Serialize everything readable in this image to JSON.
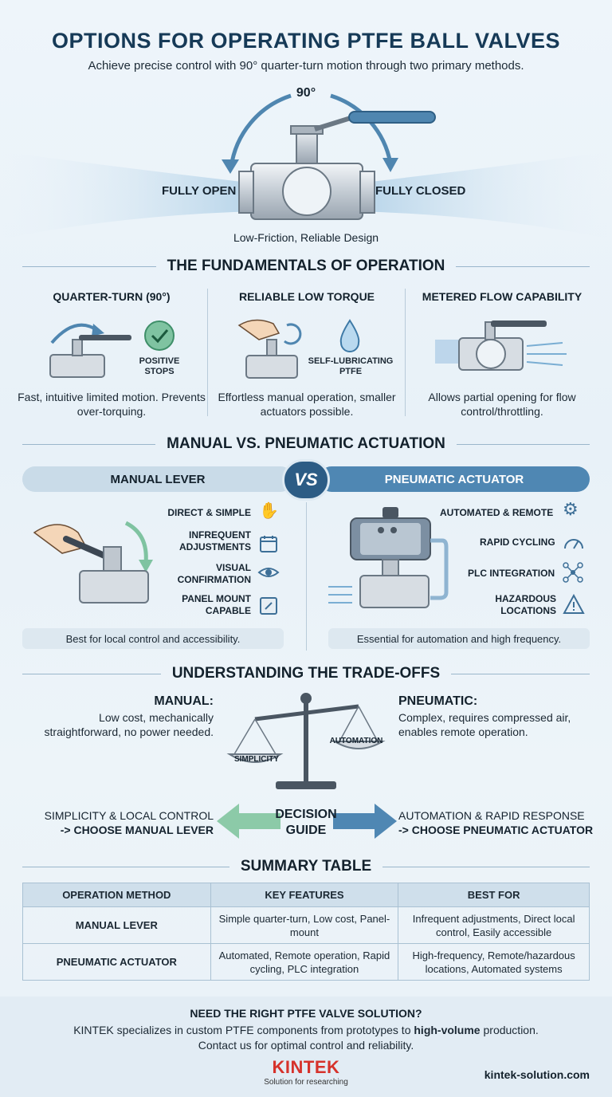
{
  "header": {
    "title": "OPTIONS FOR OPERATING PTFE BALL VALVES",
    "subtitle": "Achieve precise control with 90° quarter-turn motion through two primary methods."
  },
  "hero": {
    "angle": "90°",
    "open_label": "FULLY OPEN",
    "closed_label": "FULLY CLOSED",
    "caption": "Low-Friction, Reliable Design"
  },
  "fundamentals": {
    "heading": "THE FUNDAMENTALS OF OPERATION",
    "columns": [
      {
        "title": "QUARTER-TURN (90°)",
        "badge": "POSITIVE STOPS",
        "desc": "Fast, intuitive limited motion. Prevents over-torquing.",
        "icon": "check-icon"
      },
      {
        "title": "RELIABLE LOW TORQUE",
        "badge": "SELF-LUBRICATING PTFE",
        "desc": "Effortless manual operation, smaller actuators possible.",
        "icon": "droplet-icon"
      },
      {
        "title": "METERED FLOW CAPABILITY",
        "badge": "",
        "desc": "Allows partial opening for flow control/throttling.",
        "icon": "flow-icon"
      }
    ]
  },
  "actuation": {
    "heading": "MANUAL VS. PNEUMATIC ACTUATION",
    "vs": "VS",
    "manual": {
      "label": "MANUAL LEVER",
      "features": [
        {
          "text": "DIRECT & SIMPLE",
          "icon": "hand-icon"
        },
        {
          "text": "INFREQUENT ADJUSTMENTS",
          "icon": "calendar-icon"
        },
        {
          "text": "VISUAL CONFIRMATION",
          "icon": "eye-icon"
        },
        {
          "text": "PANEL MOUNT CAPABLE",
          "icon": "panel-icon"
        }
      ],
      "summary": "Best for local control and accessibility."
    },
    "pneumatic": {
      "label": "PNEUMATIC ACTUATOR",
      "features": [
        {
          "text": "AUTOMATED & REMOTE",
          "icon": "gear-icon"
        },
        {
          "text": "RAPID CYCLING",
          "icon": "gauge-icon"
        },
        {
          "text": "PLC INTEGRATION",
          "icon": "network-icon"
        },
        {
          "text": "HAZARDOUS LOCATIONS",
          "icon": "warning-icon"
        }
      ],
      "summary": "Essential for automation and high frequency."
    },
    "colors": {
      "manual_pill": "#c9dbe8",
      "pneumatic_pill": "#4f87b3"
    }
  },
  "tradeoffs": {
    "heading": "UNDERSTANDING THE TRADE-OFFS",
    "manual_title": "MANUAL:",
    "manual_text": "Low cost, mechanically straightforward, no power needed.",
    "pneumatic_title": "PNEUMATIC:",
    "pneumatic_text": "Complex, requires compressed air, enables remote operation.",
    "scale_left": "SIMPLICITY",
    "scale_right": "AUTOMATION",
    "left_choice_1": "SIMPLICITY & LOCAL CONTROL",
    "left_choice_2": "-> CHOOSE MANUAL LEVER",
    "decision": "DECISION GUIDE",
    "right_choice_1": "AUTOMATION & RAPID RESPONSE",
    "right_choice_2": "-> CHOOSE PNEUMATIC ACTUATOR"
  },
  "summary_table": {
    "heading": "SUMMARY TABLE",
    "columns": [
      "OPERATION METHOD",
      "KEY FEATURES",
      "BEST FOR"
    ],
    "rows": [
      [
        "MANUAL LEVER",
        "Simple quarter-turn, Low cost, Panel-mount",
        "Infrequent adjustments, Direct local control, Easily accessible"
      ],
      [
        "PNEUMATIC ACTUATOR",
        "Automated, Remote operation, Rapid cycling, PLC integration",
        "High-frequency, Remote/hazardous locations, Automated systems"
      ]
    ]
  },
  "footer": {
    "heading": "NEED THE RIGHT PTFE VALVE SOLUTION?",
    "line1_a": "KINTEK specializes in custom PTFE components from prototypes to ",
    "line1_b": "high-volume",
    "line1_c": " production.",
    "line2": "Contact us for optimal control and reliability.",
    "logo": "KINTEK",
    "tagline": "Solution for researching",
    "website": "kintek-solution.com",
    "brand_color": "#d6322b"
  }
}
